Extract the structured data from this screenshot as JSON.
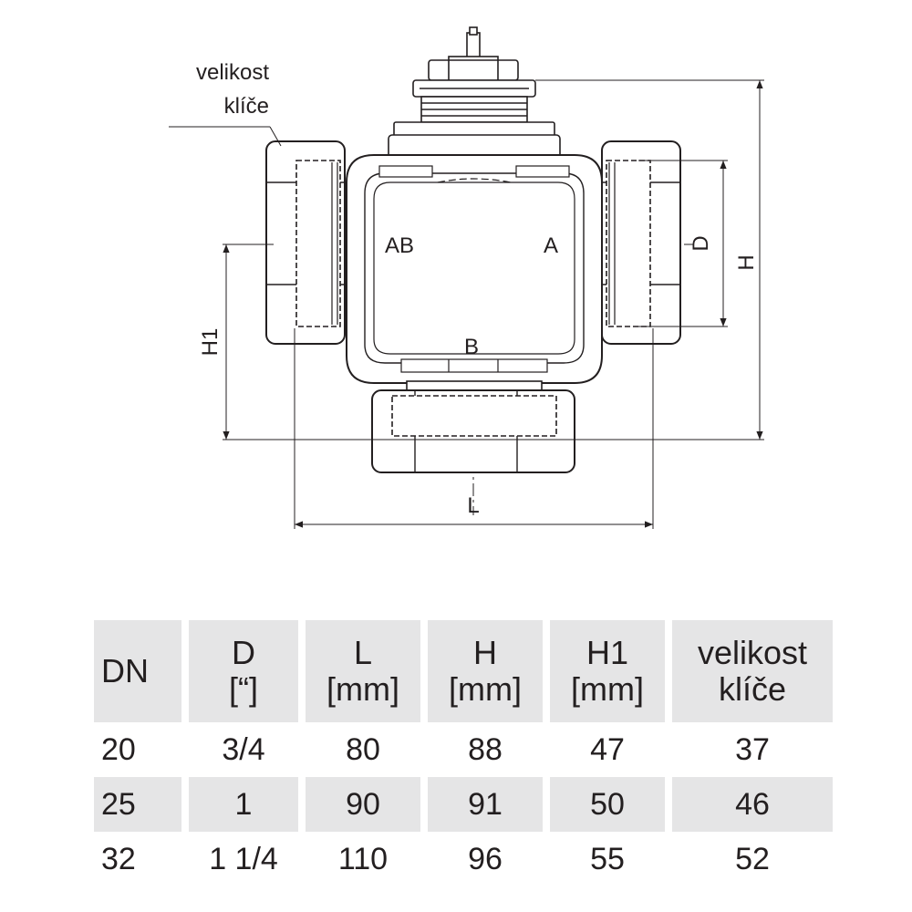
{
  "drawing": {
    "key_size_label_line1": "velikost",
    "key_size_label_line2": "klíče",
    "port_ab": "AB",
    "port_a": "A",
    "port_b": "B",
    "dim_d": "D",
    "dim_h": "H",
    "dim_h1": "H1",
    "dim_l": "L"
  },
  "table": {
    "headers": [
      {
        "line1": "DN",
        "line2": ""
      },
      {
        "line1": "D",
        "line2": "[“]"
      },
      {
        "line1": "L",
        "line2": "[mm]"
      },
      {
        "line1": "H",
        "line2": "[mm]"
      },
      {
        "line1": "H1",
        "line2": "[mm]"
      },
      {
        "line1": "velikost",
        "line2": "klíče"
      }
    ],
    "rows": [
      [
        "20",
        "3/4",
        "80",
        "88",
        "47",
        "37"
      ],
      [
        "25",
        "1",
        "90",
        "91",
        "50",
        "46"
      ],
      [
        "32",
        "1 1/4",
        "110",
        "96",
        "55",
        "52"
      ]
    ]
  }
}
